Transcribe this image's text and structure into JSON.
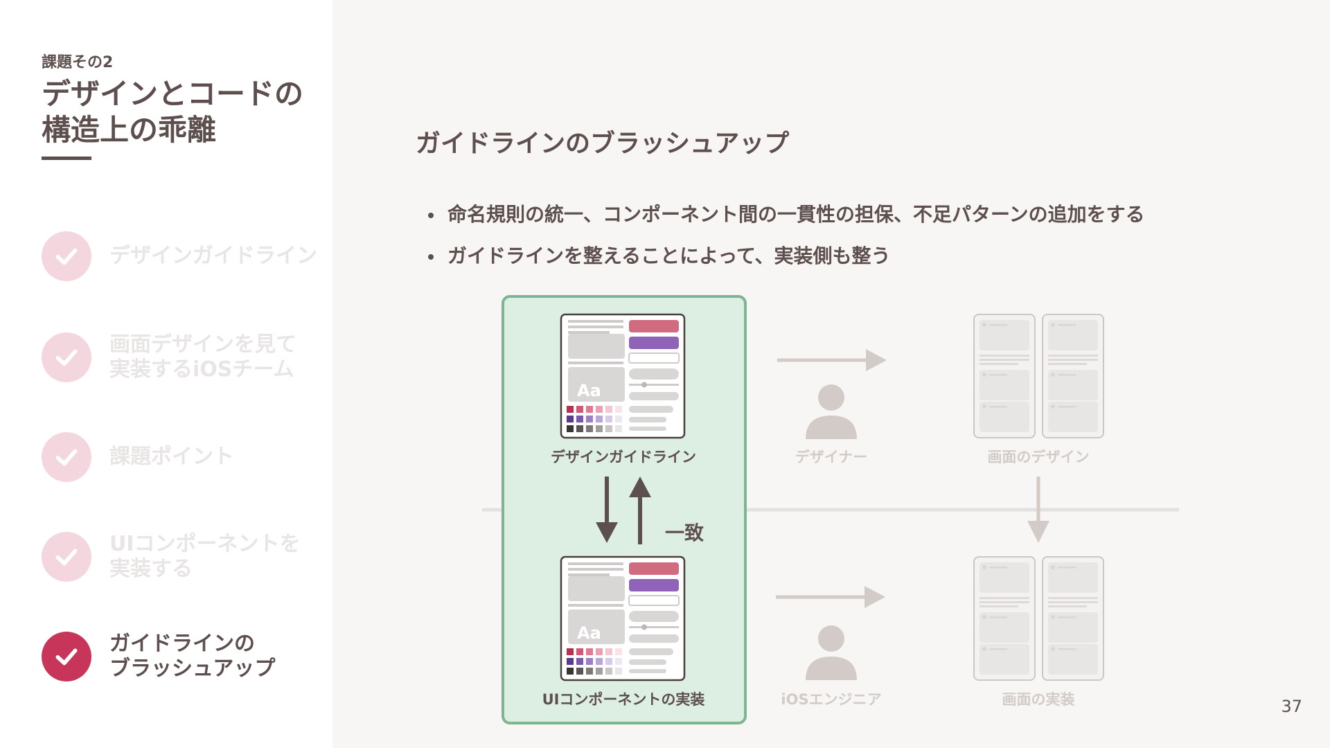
{
  "sidebar": {
    "eyebrow": "課題その2",
    "section_title": "デザインとコードの\n構造上の乖離",
    "steps": [
      {
        "label": "デザインガイドライン",
        "state": "done"
      },
      {
        "label": "画面デザインを見て\n実装するiOSチーム",
        "state": "done"
      },
      {
        "label": "課題ポイント",
        "state": "done"
      },
      {
        "label": "UIコンポーネントを\n実装する",
        "state": "done"
      },
      {
        "label": "ガイドラインの\nブラッシュアップ",
        "state": "active"
      }
    ]
  },
  "main": {
    "title": "ガイドラインのブラッシュアップ",
    "bullets": [
      "命名規則の統一、コンポーネント間の一貫性の担保、不足パターンの追加をする",
      "ガイドラインを整えることによって、実装側も整う"
    ],
    "page_number": "37"
  },
  "diagram": {
    "guideline_label": "デザインガイドライン",
    "component_label": "UIコンポーネントの実装",
    "designer_label": "デザイナー",
    "engineer_label": "iOSエンジニア",
    "screen_design_label": "画面のデザイン",
    "screen_impl_label": "画面の実装",
    "match_label": "一致",
    "swatch_text": "Aa"
  },
  "colors": {
    "text": "#5e4f4f",
    "accent": "#c7365a",
    "accent_faded": "#f3d6de",
    "highlight_fill": "#dcefe2",
    "highlight_border": "#7db592",
    "faded": "#d2cbc8"
  }
}
